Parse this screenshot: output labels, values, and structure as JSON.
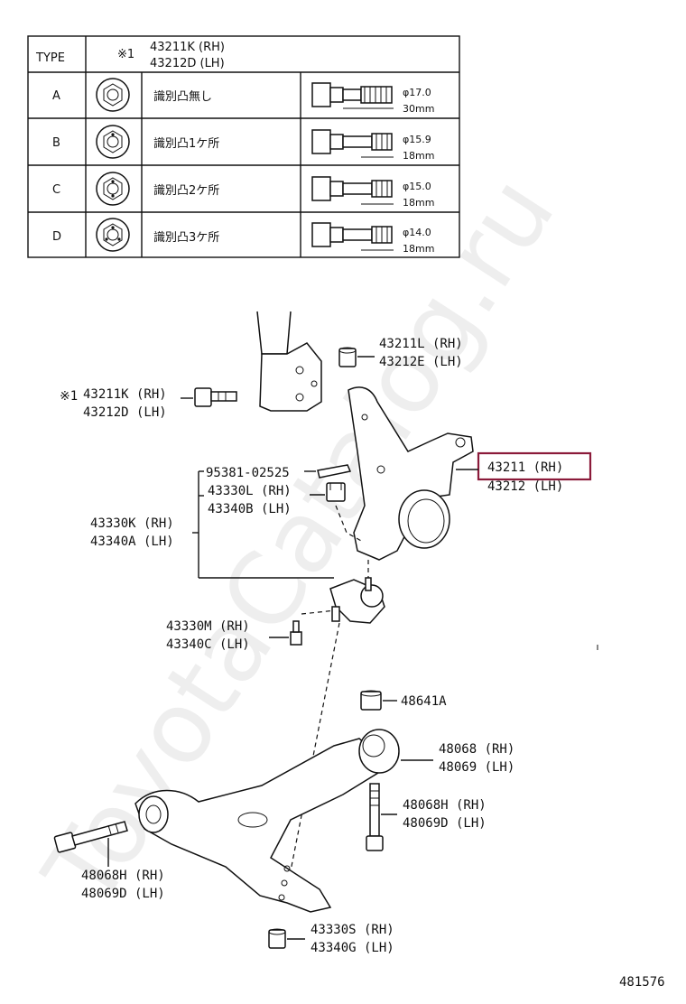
{
  "watermark": "ToyotaCatalog.ru",
  "diagram_number": "481576",
  "table": {
    "header_type": "TYPE",
    "header_mark": "※1",
    "header_part_rh": "43211K (RH)",
    "header_part_lh": "43212D (LH)",
    "rows": [
      {
        "type": "A",
        "desc": "識別凸無し",
        "dia": "φ17.0",
        "len": "30mm"
      },
      {
        "type": "B",
        "desc": "識別凸1ケ所",
        "dia": "φ15.9",
        "len": "18mm"
      },
      {
        "type": "C",
        "desc": "識別凸2ケ所",
        "dia": "φ15.0",
        "len": "18mm"
      },
      {
        "type": "D",
        "desc": "識別凸3ケ所",
        "dia": "φ14.0",
        "len": "18mm"
      }
    ]
  },
  "labels": {
    "nut_top_rh": "43211L (RH)",
    "nut_top_lh": "43212E (LH)",
    "bolt_mark": "※1",
    "bolt_rh": "43211K (RH)",
    "bolt_lh": "43212D (LH)",
    "knuckle_rh": "43211 (RH)",
    "knuckle_lh": "43212 (LH)",
    "pin": "95381-02525",
    "balljoint_nut_rh": "43330L (RH)",
    "balljoint_nut_lh": "43340B (LH)",
    "balljoint_rh": "43330K (RH)",
    "balljoint_lh": "43340A (LH)",
    "bj_bolt_rh": "43330M (RH)",
    "bj_bolt_lh": "43340C (LH)",
    "arm_nut": "48641A",
    "bushing_rh": "48068 (RH)",
    "bushing_lh": "48069 (LH)",
    "arm_bolt_rh": "48068H (RH)",
    "arm_bolt_lh": "48069D (LH)",
    "front_bolt_rh": "48068H (RH)",
    "front_bolt_lh": "48069D (LH)",
    "bottom_nut_rh": "43330S (RH)",
    "bottom_nut_lh": "43340G (LH)"
  },
  "highlight_color": "#8b1a3a"
}
